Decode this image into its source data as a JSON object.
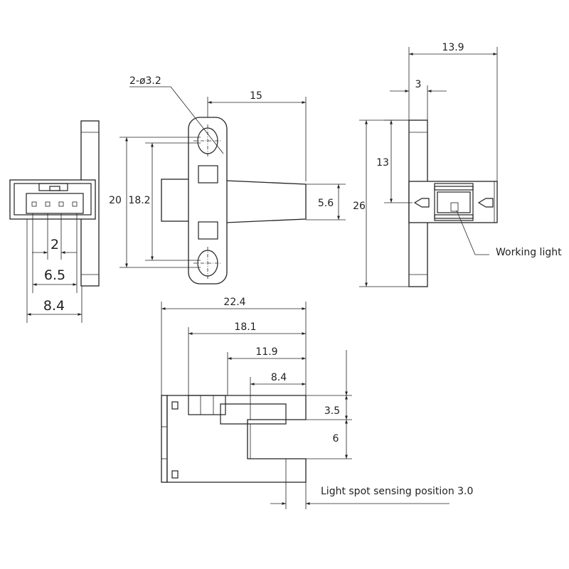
{
  "diagram": {
    "hole_note": "2-ø3.2",
    "labels": {
      "working_light": "Working light",
      "light_spot": "Light spot sensing position 3.0"
    },
    "dims": {
      "d15": "15",
      "d20": "20",
      "d18_2": "18.2",
      "d5_6": "5.6",
      "d13_9": "13.9",
      "d3": "3",
      "d13": "13",
      "d26": "26",
      "d2": "2",
      "d6_5": "6.5",
      "d8_4_left": "8.4",
      "d22_4": "22.4",
      "d18_1": "18.1",
      "d11_9": "11.9",
      "d8_4_bottom": "8.4",
      "d3_5": "3.5",
      "d6": "6"
    },
    "colors": {
      "line": "#222222",
      "background": "#ffffff"
    }
  }
}
